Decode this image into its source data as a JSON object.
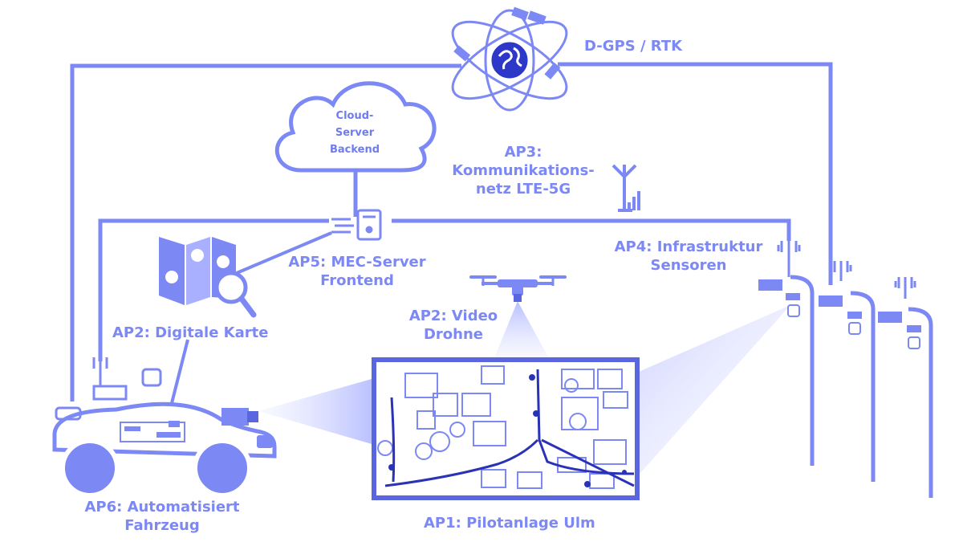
{
  "colors": {
    "primary": "#7c88f4",
    "light": "#c9cdff",
    "dark": "#2a33b8",
    "fill": "#eef0ff"
  },
  "labels": {
    "dgps": "D-GPS / RTK",
    "cloud": [
      "Cloud-",
      "Server",
      "Backend"
    ],
    "ap3": [
      "AP3:",
      "Kommunikations-",
      "netz LTE-5G"
    ],
    "ap4": [
      "AP4: Infrastruktur",
      "Sensoren"
    ],
    "ap5": [
      "AP5: MEC-Server",
      "Frontend"
    ],
    "ap2_map": "AP2: Digitale Karte",
    "ap2_drone": [
      "AP2: Video",
      "Drohne"
    ],
    "ap6": [
      "AP6: Automatisiert",
      "Fahrzeug"
    ],
    "ap1": "AP1: Pilotanlage Ulm"
  },
  "icons": [
    "globe-satellite-icon",
    "cloud-icon",
    "antenna-tower-icon",
    "server-icon",
    "map-search-icon",
    "drone-icon",
    "street-lamp-sensor-icon",
    "vehicle-icon",
    "camera-icon"
  ]
}
